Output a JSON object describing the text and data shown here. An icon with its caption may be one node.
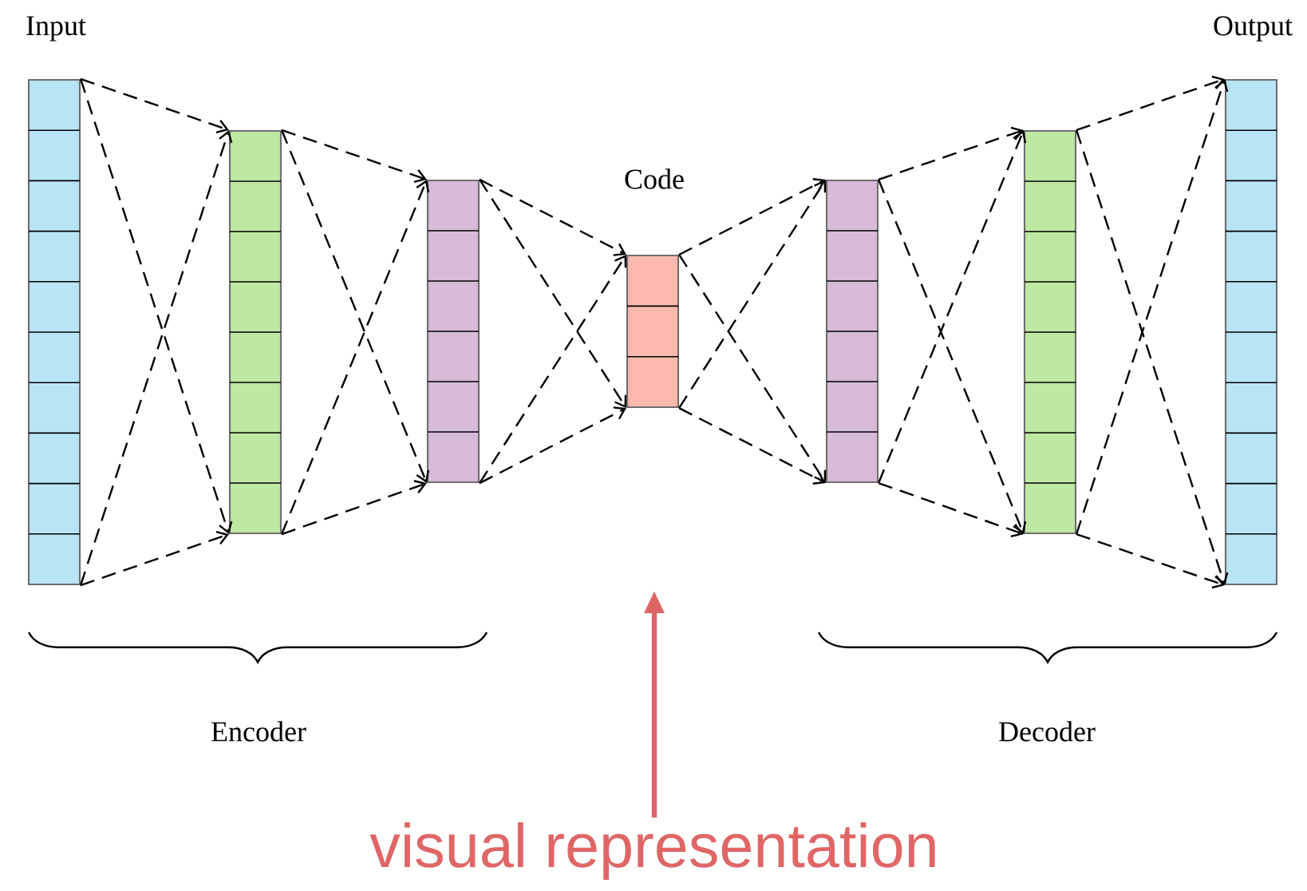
{
  "diagram": {
    "nodes": [
      {
        "text": [
          "Input"
        ]
      },
      {
        "text": [],
        "shape": "bar"
      },
      {
        "text": [],
        "shape": "bar"
      },
      {
        "text": [
          "Code"
        ]
      },
      {
        "text": [],
        "shape": "bar"
      },
      {
        "text": [],
        "shape": "bar"
      },
      {
        "text": [
          "Output"
        ]
      },
      {
        "text": [
          "visual representation"
        ]
      }
    ],
    "edges": [
      {
        "from": 0,
        "to": 1,
        "arrow": "to",
        "style": "dashed"
      },
      {
        "from": 0,
        "to": 1,
        "arrow": "to",
        "style": "dashed"
      },
      {
        "from": 0,
        "to": 1,
        "arrow": "to",
        "style": "dashed"
      },
      {
        "from": 0,
        "to": 1,
        "arrow": "to",
        "style": "dashed"
      },
      {
        "from": 1,
        "to": 2,
        "arrow": "to",
        "style": "dashed"
      },
      {
        "from": 1,
        "to": 2,
        "arrow": "to",
        "style": "dashed"
      },
      {
        "from": 1,
        "to": 2,
        "arrow": "to",
        "style": "dashed"
      },
      {
        "from": 1,
        "to": 2,
        "arrow": "to",
        "style": "dashed"
      },
      {
        "from": 2,
        "to": 3,
        "arrow": "to",
        "style": "dashed"
      },
      {
        "from": 2,
        "to": 3,
        "arrow": "to",
        "style": "dashed"
      },
      {
        "from": 2,
        "to": 3,
        "arrow": "to",
        "style": "dashed"
      },
      {
        "from": 2,
        "to": 3,
        "arrow": "to",
        "style": "dashed"
      },
      {
        "from": 3,
        "to": 4,
        "arrow": "to",
        "style": "dashed"
      },
      {
        "from": 3,
        "to": 4,
        "arrow": "to",
        "style": "dashed"
      },
      {
        "from": 3,
        "to": 4,
        "arrow": "to",
        "style": "dashed"
      },
      {
        "from": 3,
        "to": 4,
        "arrow": "to",
        "style": "dashed"
      },
      {
        "from": 4,
        "to": 5,
        "arrow": "to",
        "style": "dashed"
      },
      {
        "from": 4,
        "to": 5,
        "arrow": "to",
        "style": "dashed"
      },
      {
        "from": 4,
        "to": 5,
        "arrow": "to",
        "style": "dashed"
      },
      {
        "from": 4,
        "to": 5,
        "arrow": "to",
        "style": "dashed"
      },
      {
        "from": 5,
        "to": 6,
        "arrow": "to",
        "style": "dashed"
      },
      {
        "from": 5,
        "to": 6,
        "arrow": "to",
        "style": "dashed"
      },
      {
        "from": 5,
        "to": 6,
        "arrow": "to",
        "style": "dashed"
      },
      {
        "from": 5,
        "to": 6,
        "arrow": "to",
        "style": "dashed"
      },
      {
        "from": 7,
        "to": null,
        "arrow": "to",
        "style": "thick",
        "color": "#e06666"
      }
    ],
    "labels": [
      "Encoder",
      "Decoder"
    ]
  }
}
